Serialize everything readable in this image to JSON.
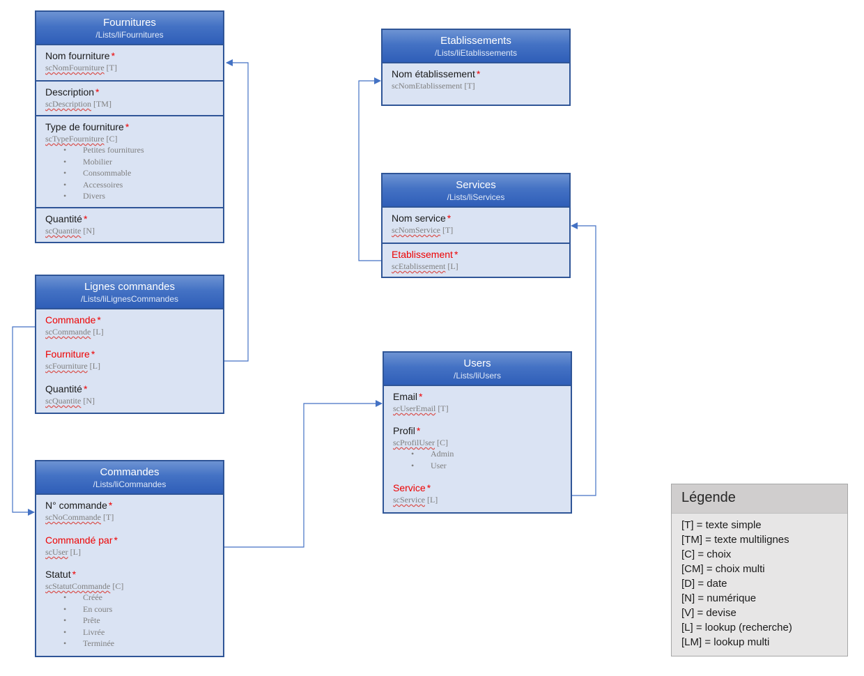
{
  "entities": {
    "fournitures": {
      "name": "Fournitures",
      "path": "/Lists/liFournitures",
      "fields": [
        {
          "label": "Nom fourniture",
          "internal": "scNomFourniture",
          "type": "[T]"
        },
        {
          "label": "Description",
          "internal": "scDescription",
          "type": "[TM]"
        },
        {
          "label": "Type de fourniture",
          "internal": "scTypeFourniture",
          "type": "[C]",
          "options": [
            "Petites fournitures",
            "Mobilier",
            "Consommable",
            "Accessoires",
            "Divers"
          ]
        },
        {
          "label": "Quantité",
          "internal": "scQuantite",
          "type": "[N]"
        }
      ]
    },
    "lignes": {
      "name": "Lignes commandes",
      "path": "/Lists/liLignesCommandes",
      "fields": [
        {
          "label": "Commande",
          "internal": "scCommande",
          "type": "[L]"
        },
        {
          "label": "Fourniture",
          "internal": "scFourniture",
          "type": "[L]"
        },
        {
          "label": "Quantité",
          "internal": "scQuantite",
          "type": "[N]"
        }
      ]
    },
    "commandes": {
      "name": "Commandes",
      "path": "/Lists/liCommandes",
      "fields": [
        {
          "label": "N° commande",
          "internal": "scNoCommande",
          "type": "[T]"
        },
        {
          "label": "Commandé par",
          "internal": "scUser",
          "type": "[L]"
        },
        {
          "label": "Statut",
          "internal": "scStatutCommande",
          "type": "[C]",
          "options": [
            "Créée",
            "En cours",
            "Prête",
            "Livrée",
            "Terminée"
          ]
        }
      ]
    },
    "etablissements": {
      "name": "Etablissements",
      "path": "/Lists/liEtablissements",
      "fields": [
        {
          "label": "Nom établissement",
          "internal": "scNomEtablissement",
          "type": "[T]"
        }
      ]
    },
    "services": {
      "name": "Services",
      "path": "/Lists/liServices",
      "fields": [
        {
          "label": "Nom service",
          "internal": "scNomService",
          "type": "[T]"
        },
        {
          "label": "Etablissement",
          "internal": "scEtablissement",
          "type": "[L]"
        }
      ]
    },
    "users": {
      "name": "Users",
      "path": "/Lists/liUsers",
      "fields": [
        {
          "label": "Email",
          "internal": "scUserEmail",
          "type": "[T]"
        },
        {
          "label": "Profil",
          "internal": "scProfilUser",
          "type": "[C]",
          "options": [
            "Admin",
            "User"
          ]
        },
        {
          "label": "Service",
          "internal": "scService",
          "type": "[L]"
        }
      ]
    }
  },
  "required_mark": "*",
  "bullet": "•",
  "legend": {
    "title": "Légende",
    "items": [
      "[T] = texte simple",
      "[TM] = texte multilignes",
      "[C] = choix",
      "[CM] = choix multi",
      "[D] = date",
      "[N] = numérique",
      "[V] = devise",
      "[L] = lookup (recherche)",
      "[LM] = lookup multi"
    ]
  },
  "colors": {
    "header_blue": "#4472c4",
    "border_blue": "#2f5597",
    "body_fill": "#dae3f3",
    "lookup_red": "#ee0000",
    "internal_gray": "#7f7f7f",
    "connector": "#4472c4"
  }
}
